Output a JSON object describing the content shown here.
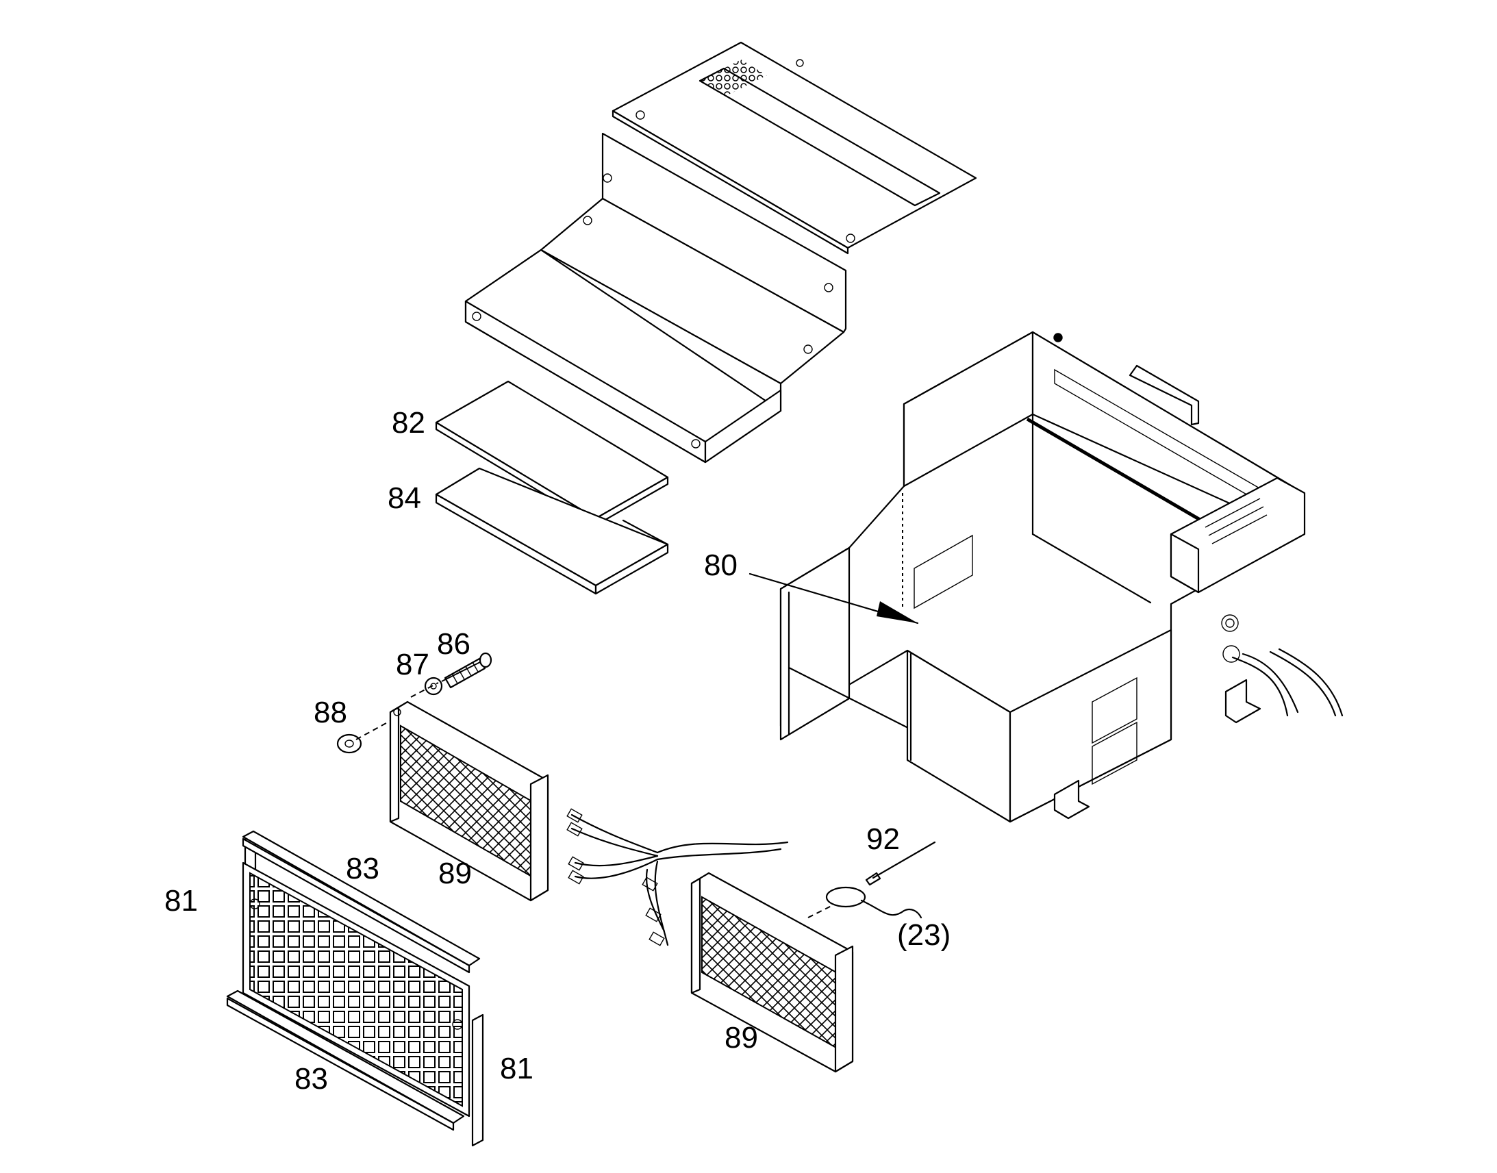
{
  "figure": {
    "labels": [
      {
        "id": "82",
        "text": "82"
      },
      {
        "id": "84",
        "text": "84"
      },
      {
        "id": "80",
        "text": "80"
      },
      {
        "id": "86",
        "text": "86"
      },
      {
        "id": "87",
        "text": "87"
      },
      {
        "id": "88",
        "text": "88"
      },
      {
        "id": "83a",
        "text": "83"
      },
      {
        "id": "89a",
        "text": "89"
      },
      {
        "id": "81a",
        "text": "81"
      },
      {
        "id": "92",
        "text": "92"
      },
      {
        "id": "23",
        "text": "(23)"
      },
      {
        "id": "89b",
        "text": "89"
      },
      {
        "id": "81b",
        "text": "81"
      },
      {
        "id": "83b",
        "text": "83"
      }
    ]
  },
  "colors": {
    "line": "#000000",
    "background": "#ffffff"
  }
}
